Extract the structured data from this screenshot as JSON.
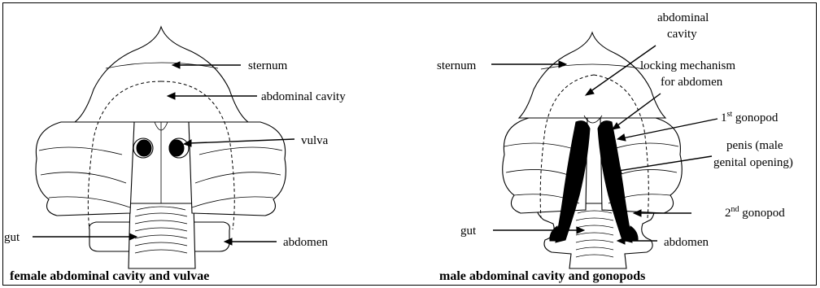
{
  "female_panel": {
    "labels": {
      "sternum": "sternum",
      "abdominal_cavity": "abdominal cavity",
      "vulva": "vulva",
      "gut": "gut",
      "abdomen": "abdomen"
    },
    "caption": "female abdominal cavity and vulvae"
  },
  "male_panel": {
    "labels": {
      "sternum": "sternum",
      "abdominal_cavity_line1": "abdominal",
      "abdominal_cavity_line2": "cavity",
      "locking_line1": "locking mechanism",
      "locking_line2": "for abdomen",
      "gonopod1_num": "1",
      "gonopod1_sup": "st",
      "gonopod1_word": " gonopod",
      "penis_line1": "penis (male",
      "penis_line2": "genital opening)",
      "gonopod2_num": "2",
      "gonopod2_sup": "nd",
      "gonopod2_word": " gonopod",
      "gut": "gut",
      "abdomen": "abdomen"
    },
    "caption": "male abdominal cavity and gonopods"
  }
}
